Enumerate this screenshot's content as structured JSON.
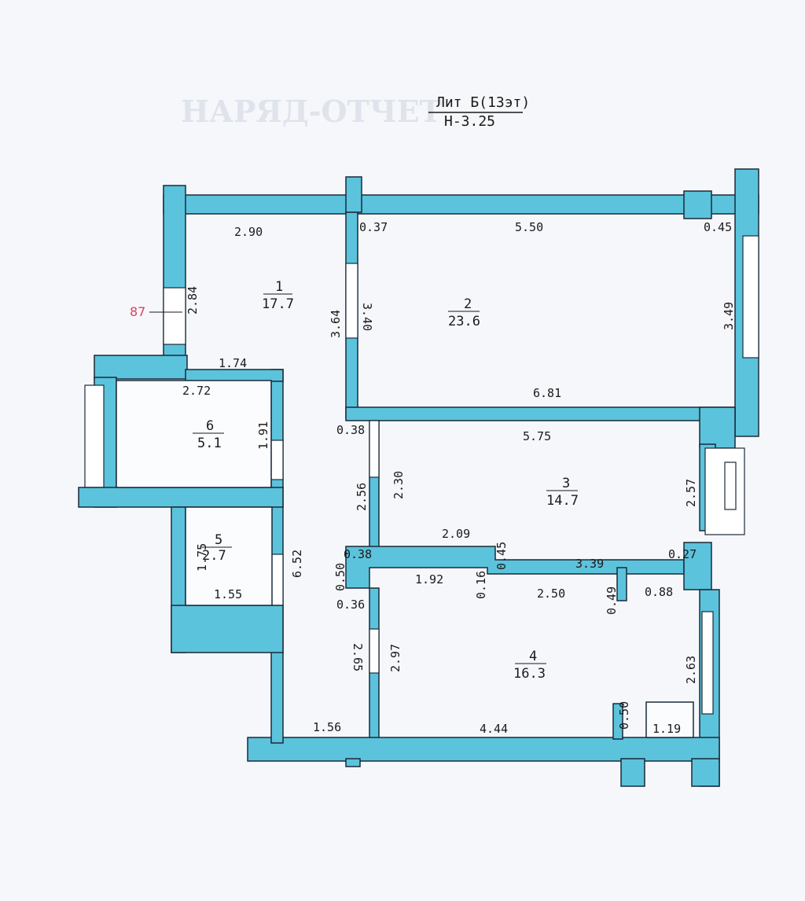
{
  "header": {
    "title": "Лит Б(13эт)",
    "height": "H-3.25",
    "background_text": "НАРЯД-ОТЧЕТ"
  },
  "marker": "87",
  "rooms": [
    {
      "number": "1",
      "area": "17.7"
    },
    {
      "number": "2",
      "area": "23.6"
    },
    {
      "number": "3",
      "area": "14.7"
    },
    {
      "number": "4",
      "area": "16.3"
    },
    {
      "number": "5",
      "area": "2.7"
    },
    {
      "number": "6",
      "area": "5.1"
    }
  ],
  "dimensions": {
    "r1_top": "2.90",
    "r1_left": "2.84",
    "r1_bottom": "1.74",
    "r1_right": "3.64",
    "r2_wall": "0.37",
    "r2_top": "5.50",
    "r2_corner": "0.45",
    "r2_left": "3.40",
    "r2_right": "3.49",
    "r2_bottom": "6.81",
    "r6_top": "2.72",
    "r6_right": "1.91",
    "r3_corner": "0.38",
    "r3_top": "5.75",
    "r3_left_outer": "2.56",
    "r3_left": "2.30",
    "r3_right": "2.57",
    "r3_bottom": "2.09",
    "r3_step": "0.45",
    "r3_bottom2": "3.39",
    "r3_col": "0.27",
    "c_038": "0.38",
    "c_050": "0.50",
    "c_036": "0.36",
    "r5_left": "1.75",
    "r5_bottom": "1.55",
    "corr": "6.52",
    "r4_top": "1.92",
    "r4_step": "0.16",
    "r4_top2": "2.50",
    "r4_nib": "0.49",
    "r4_nibw": "0.88",
    "r4_left_outer": "2.65",
    "r4_left": "2.97",
    "r4_right": "2.63",
    "r4_bottom": "4.44",
    "r4_nib2": "0.50",
    "r4_box": "1.19",
    "corr_bottom": "1.56"
  }
}
